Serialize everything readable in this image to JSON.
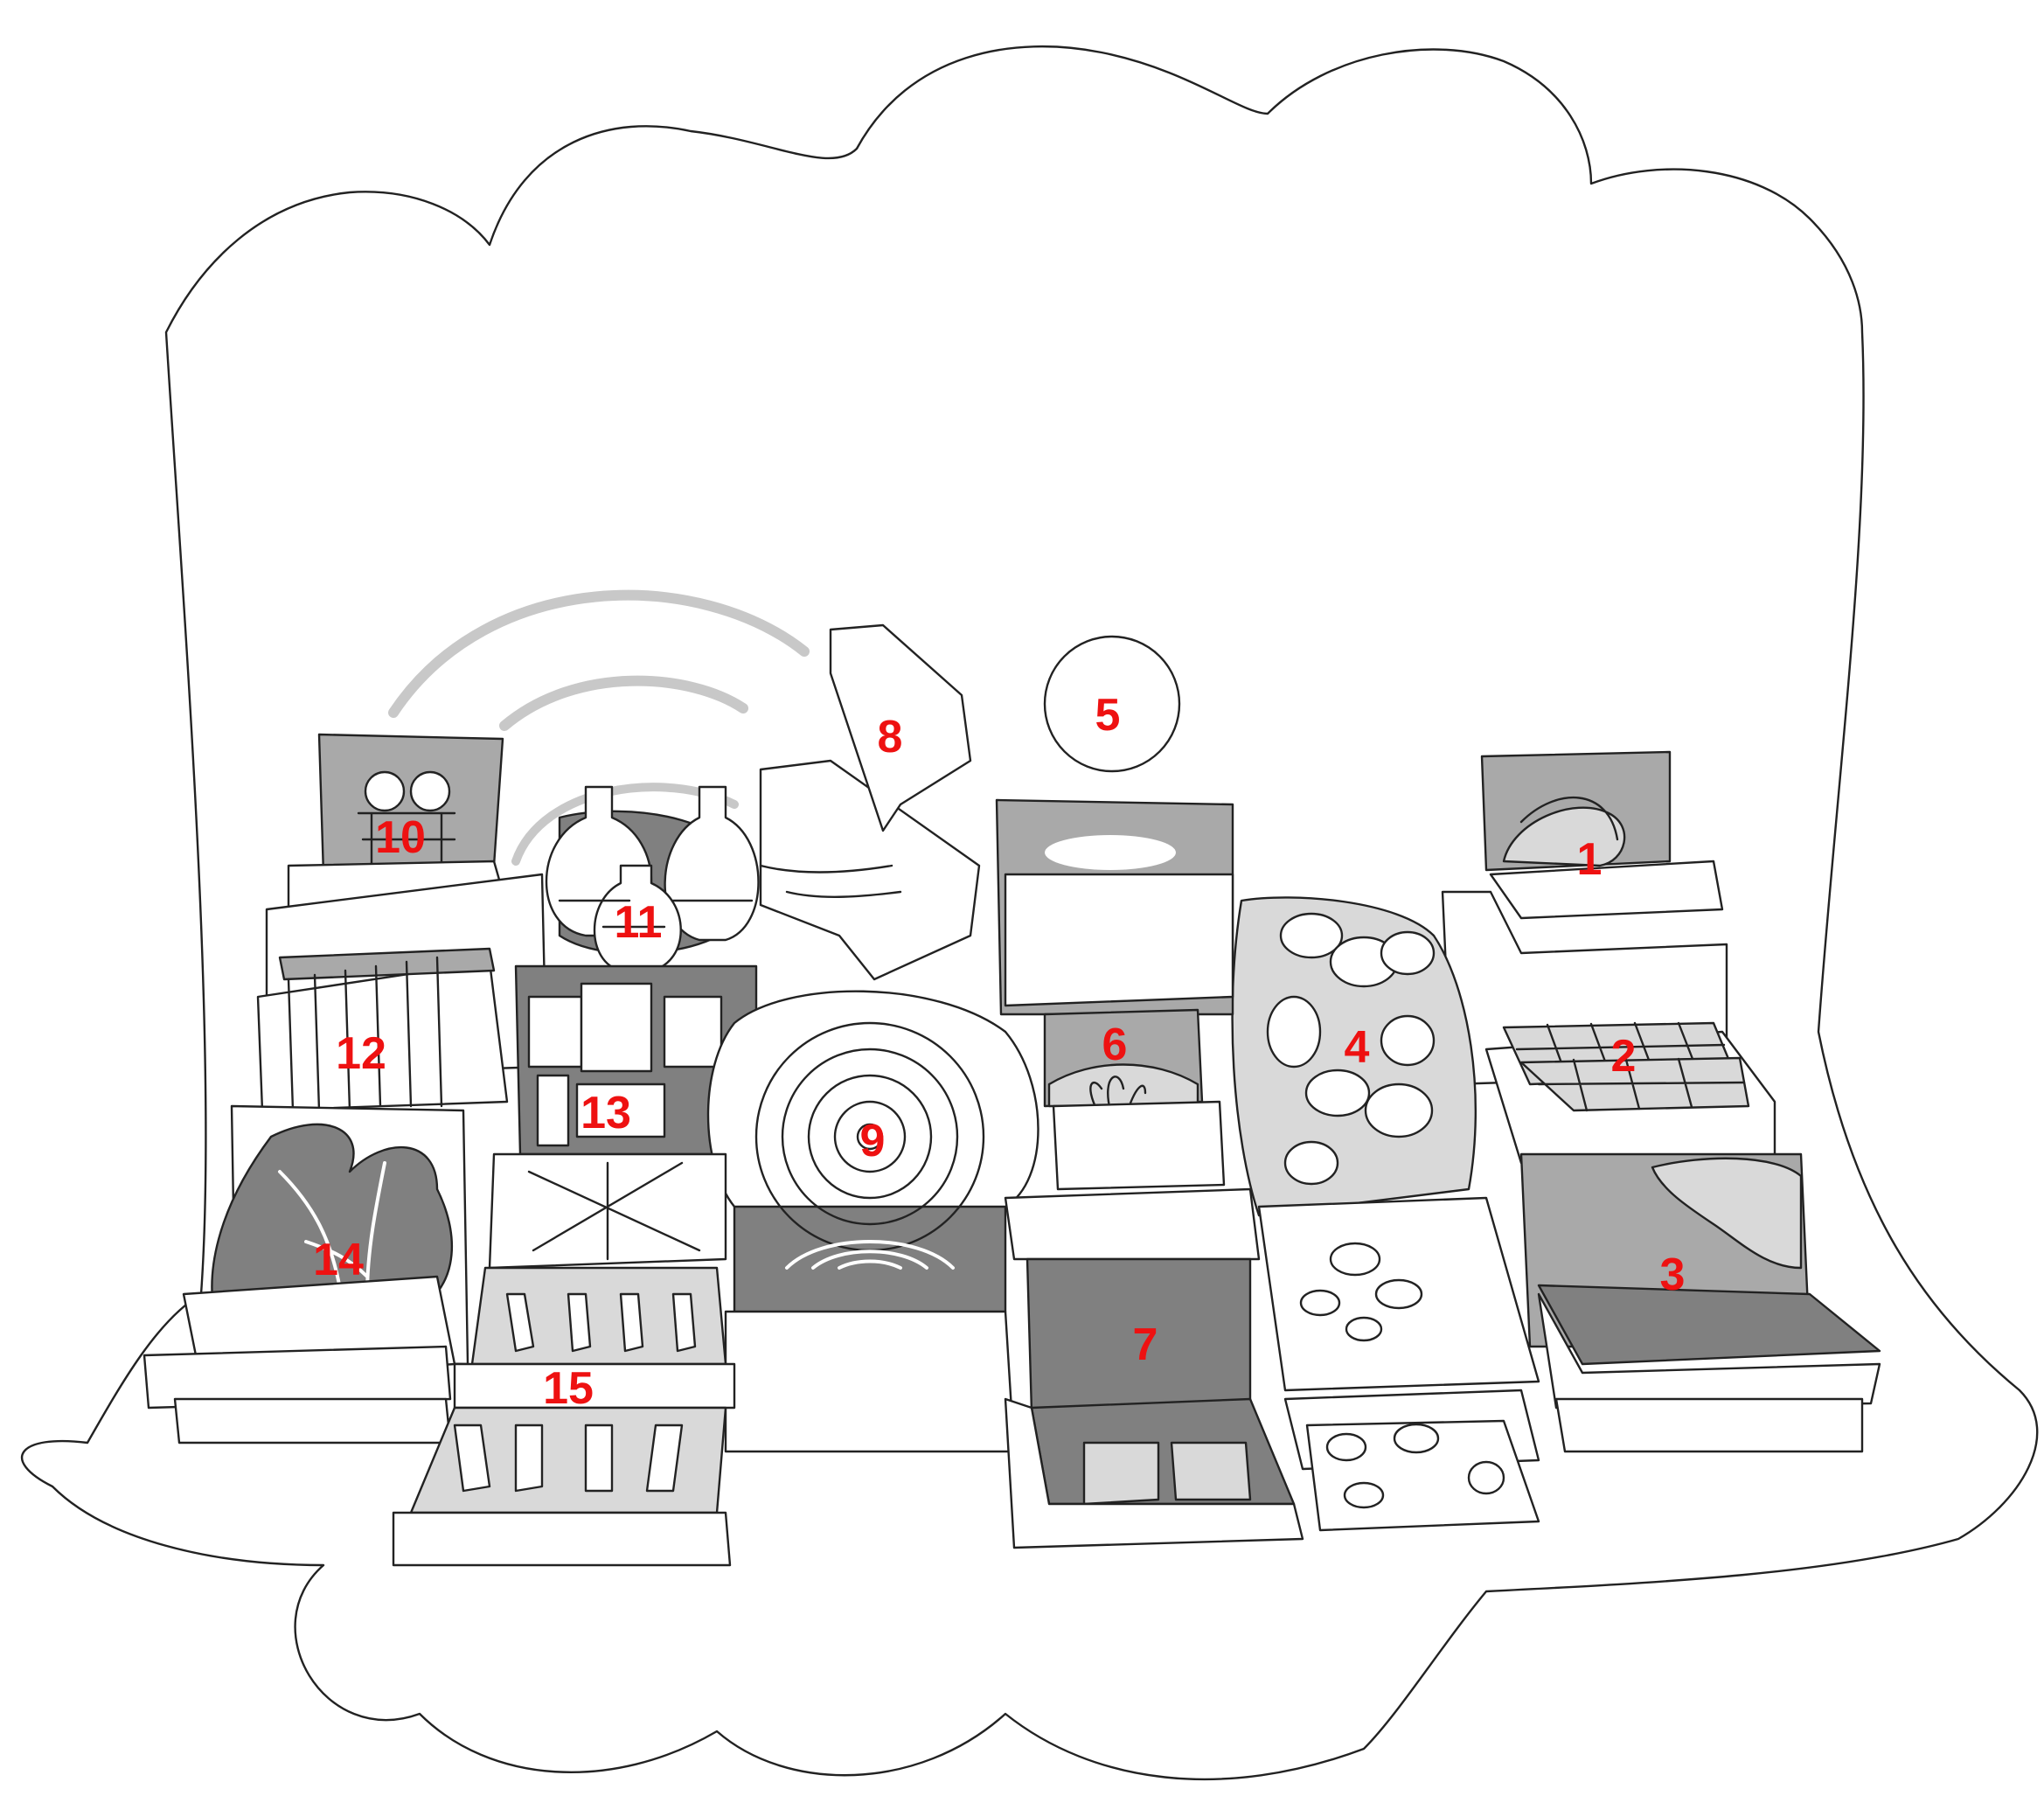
{
  "diagram": {
    "labels": [
      "1",
      "2",
      "3",
      "4",
      "5",
      "6",
      "7",
      "8",
      "9",
      "10",
      "11",
      "12",
      "13",
      "14",
      "15"
    ]
  },
  "colors": {
    "label": "#ee1111",
    "outline": "#222222",
    "light_gray": "#d9d9d9",
    "mid_gray": "#a9a9a9",
    "dark_gray": "#808080",
    "background": "#ffffff"
  }
}
